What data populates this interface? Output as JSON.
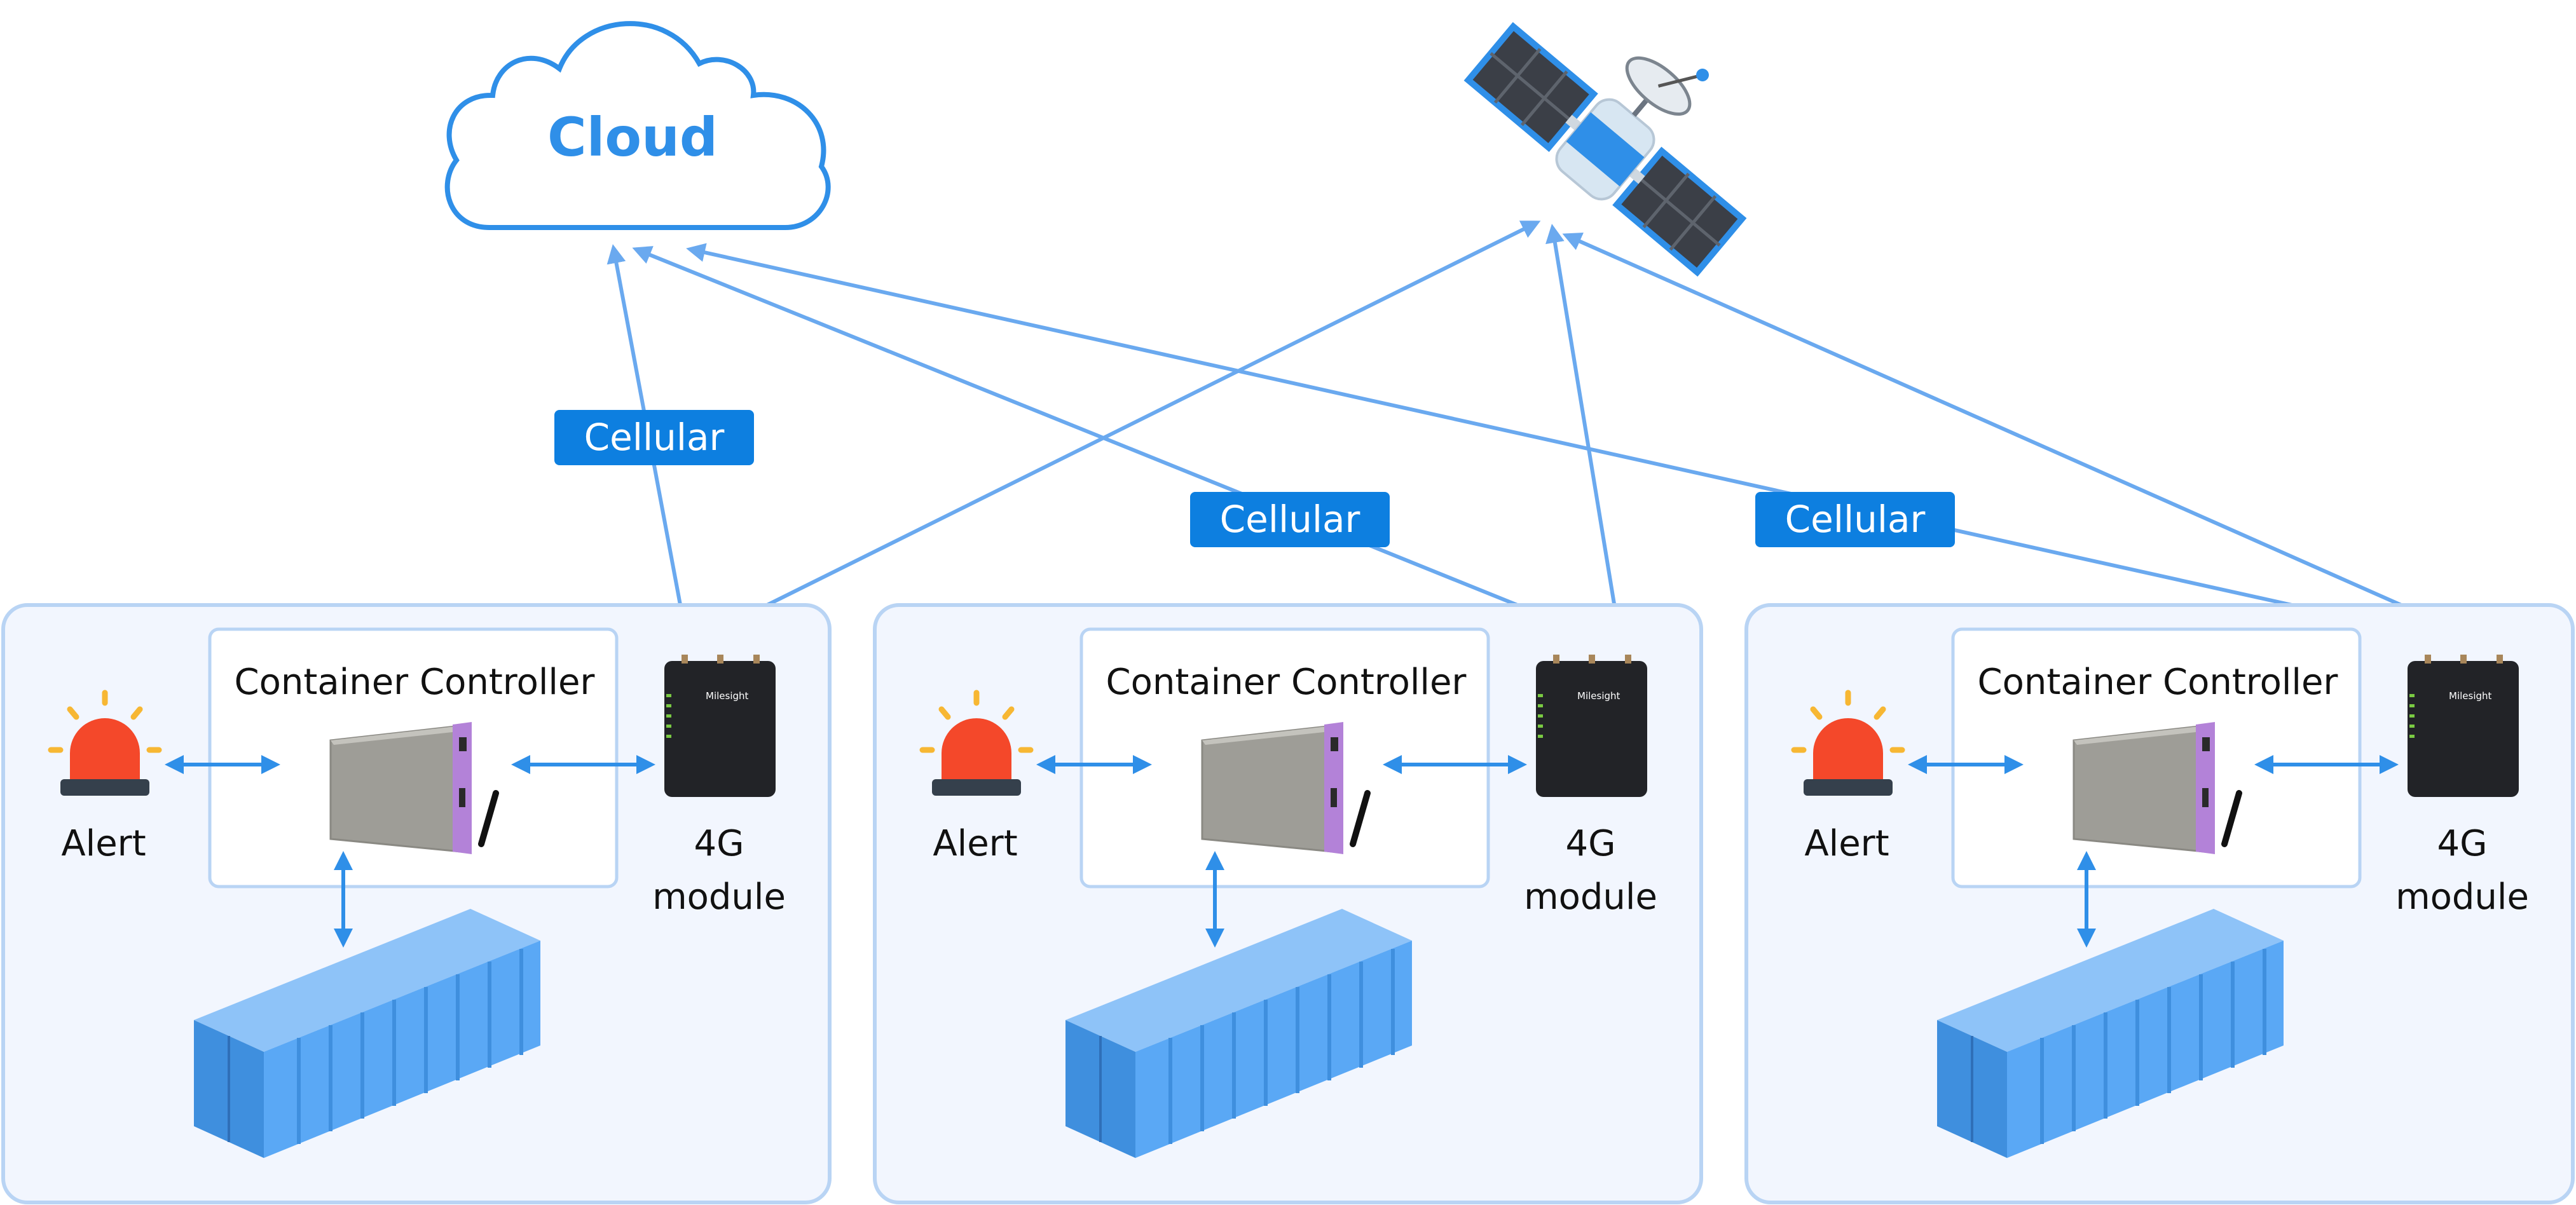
{
  "cloud": {
    "label": "Cloud"
  },
  "links": {
    "cellular_label": "Cellular"
  },
  "panels": [
    {
      "controller_title": "Container Controller",
      "alert_label": "Alert",
      "module_label_line1": "4G",
      "module_label_line2": "module",
      "router_brand": "Milesight"
    },
    {
      "controller_title": "Container Controller",
      "alert_label": "Alert",
      "module_label_line1": "4G",
      "module_label_line2": "module",
      "router_brand": "Milesight"
    },
    {
      "controller_title": "Container Controller",
      "alert_label": "Alert",
      "module_label_line1": "4G",
      "module_label_line2": "module",
      "router_brand": "Milesight"
    }
  ],
  "colors": {
    "accent": "#2f8fe8",
    "pill": "#0d7fe0",
    "panel_bg": "#f2f6fe",
    "panel_border": "#b9d4f4",
    "alert_red": "#f4482a",
    "alert_rays": "#f7b733",
    "container_blue": "#5aa8f5"
  },
  "icons": [
    "cloud-icon",
    "satellite-icon",
    "alert-light-icon",
    "controller-device-icon",
    "router-icon",
    "shipping-container-icon"
  ]
}
